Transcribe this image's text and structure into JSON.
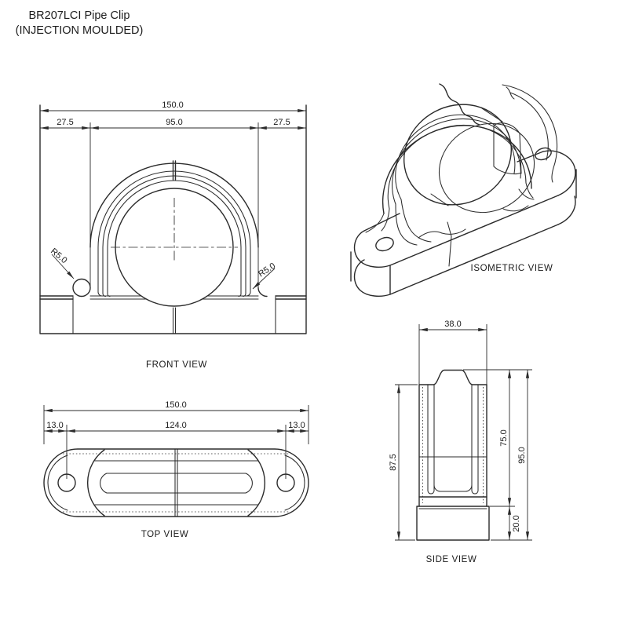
{
  "title": {
    "line1": "BR207LCI Pipe Clip",
    "line2": "(INJECTION MOULDED)"
  },
  "front_view": {
    "label": "FRONT VIEW",
    "dim_overall": "150.0",
    "dim_left": "27.5",
    "dim_center": "95.0",
    "dim_right": "27.5",
    "radius_left": "R5.0",
    "radius_right": "R5.0"
  },
  "top_view": {
    "label": "TOP VIEW",
    "dim_overall": "150.0",
    "dim_left": "13.0",
    "dim_center": "124.0",
    "dim_right": "13.0"
  },
  "side_view": {
    "label": "SIDE VIEW",
    "dim_width": "38.0",
    "dim_height_left": "87.5",
    "dim_clip_height": "75.0",
    "dim_overall_height": "95.0",
    "dim_base_height": "20.0"
  },
  "iso_view": {
    "label": "ISOMETRIC VIEW"
  },
  "colors": {
    "line": "#2b2b2b",
    "text": "#1b1b1b",
    "background": "#ffffff"
  }
}
